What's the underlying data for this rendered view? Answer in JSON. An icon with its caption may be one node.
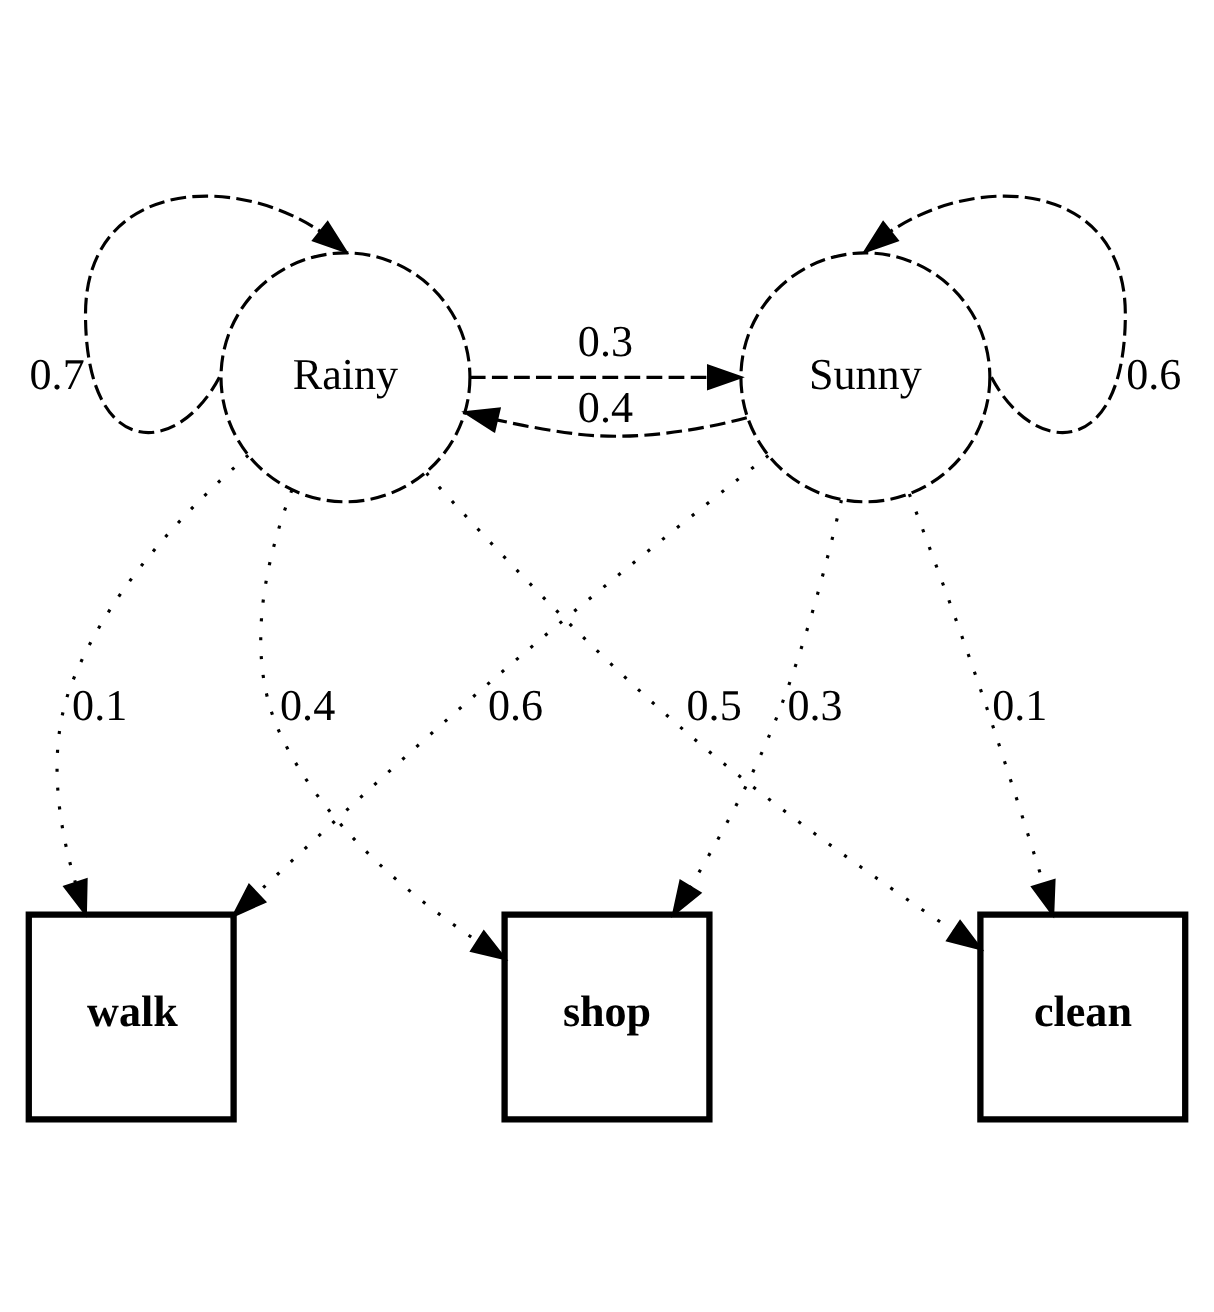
{
  "diagram": {
    "nodes": [
      {
        "text": [
          "Rainy"
        ]
      },
      {
        "text": [
          "Sunny"
        ]
      },
      {
        "text": [
          "walk"
        ]
      },
      {
        "text": [
          "shop"
        ]
      },
      {
        "text": [
          "clean"
        ]
      }
    ],
    "edges": [
      {
        "from": 0,
        "to": 0,
        "arrow": "to",
        "label": "0.7",
        "style": "dashed"
      },
      {
        "from": 0,
        "to": 1,
        "arrow": "to",
        "label": "0.3",
        "style": "dashed"
      },
      {
        "from": 1,
        "to": 0,
        "arrow": "to",
        "label": "0.4",
        "style": "dashed"
      },
      {
        "from": 1,
        "to": 1,
        "arrow": "to",
        "label": "0.6",
        "style": "dashed"
      },
      {
        "from": 0,
        "to": 2,
        "arrow": "to",
        "label": "0.1"
      },
      {
        "from": 0,
        "to": 3,
        "arrow": "to",
        "label": "0.4"
      },
      {
        "from": 0,
        "to": 4,
        "arrow": "to",
        "label": "0.5"
      },
      {
        "from": 1,
        "to": 2,
        "arrow": "to",
        "label": "0.6"
      },
      {
        "from": 1,
        "to": 3,
        "arrow": "to",
        "label": "0.3"
      },
      {
        "from": 1,
        "to": 4,
        "arrow": "to",
        "label": "0.1"
      }
    ]
  }
}
